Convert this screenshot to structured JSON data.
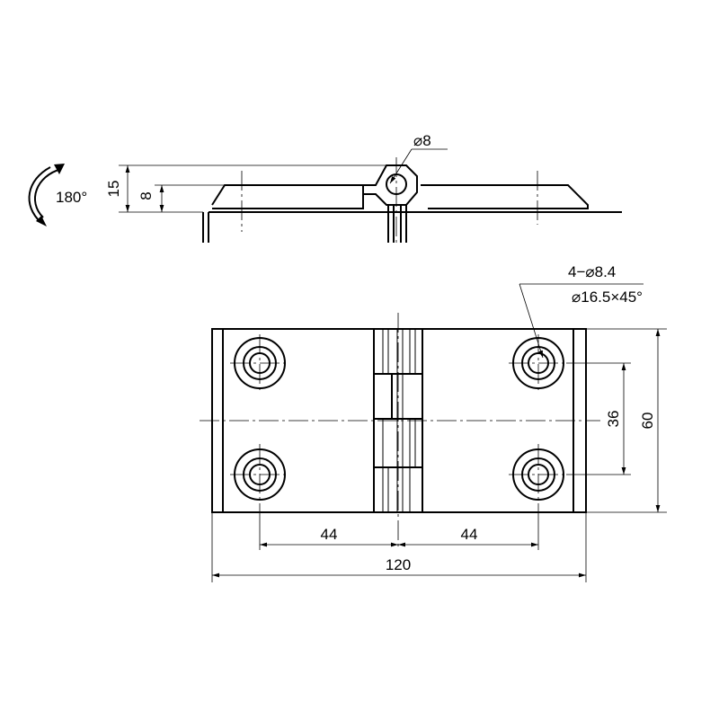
{
  "side_view": {
    "pin_diameter_label": "⌀8",
    "height_label": "15",
    "offset_label": "8",
    "rotation_label": "180°"
  },
  "plan_view": {
    "holes_label": "4−⌀8.4",
    "countersink_label": "⌀16.5×45°",
    "hole_spacing_vertical_label": "36",
    "overall_height_label": "60",
    "hole_offset_left_label": "44",
    "hole_offset_right_label": "44",
    "overall_width_label": "120"
  }
}
